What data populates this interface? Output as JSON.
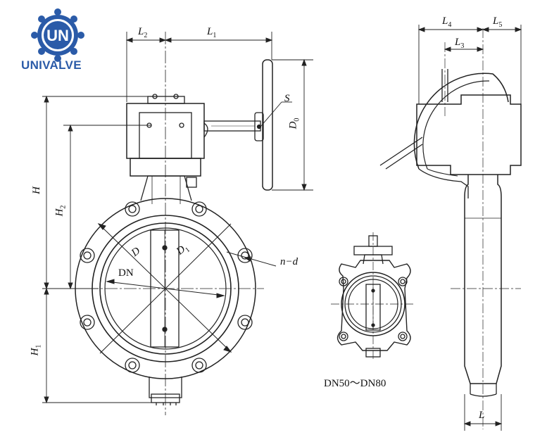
{
  "brand": {
    "name": "UNIVALVE",
    "logo_letters": "UN",
    "primary_color": "#2b5ba8"
  },
  "labels": {
    "L2": "L2",
    "L1": "L1",
    "L4": "L4",
    "L5": "L5",
    "L3": "L3",
    "S": "S",
    "D0": "D0",
    "H": "H",
    "H2": "H2",
    "H1": "H1",
    "D": "D",
    "D1": "D1",
    "DN": "DN",
    "nd": "n−d",
    "L": "L"
  },
  "caption": "DN50～DN80"
}
